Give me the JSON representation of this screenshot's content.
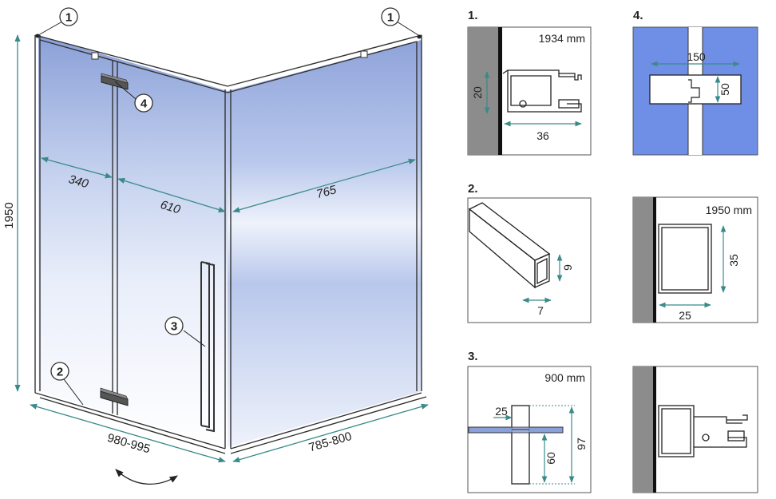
{
  "main": {
    "callouts": [
      "1",
      "1",
      "2",
      "3",
      "4"
    ],
    "dims": {
      "height": "1950",
      "fixed_front": "340",
      "door": "610",
      "side": "765",
      "front_range": "980-995",
      "side_range": "785-800"
    }
  },
  "details": {
    "d1": {
      "title": "1.",
      "length": "1934 mm",
      "height": "20",
      "width": "36"
    },
    "d2": {
      "title": "2.",
      "height": "9",
      "width": "7"
    },
    "d3": {
      "title": "3.",
      "length": "900 mm",
      "top": "25",
      "lower": "60",
      "total": "97"
    },
    "d4": {
      "title": "4.",
      "width": "150",
      "height": "50"
    },
    "d5": {
      "length": "1950 mm",
      "height": "35",
      "width": "25"
    }
  },
  "colors": {
    "glass_dark": "#8aa0d8",
    "glass_light": "#eef2fb",
    "detail_blue": "#6f8fe6",
    "wall_grey": "#8c8c8c",
    "dim_line": "#3a8a8a"
  }
}
